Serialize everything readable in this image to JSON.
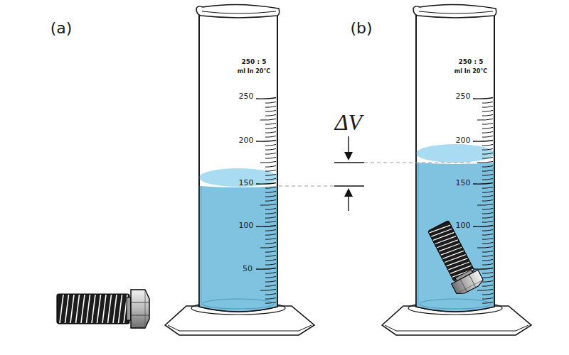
{
  "diagram": {
    "labels": [
      "(a)",
      "(b)",
      "250 : 5",
      "ml In 20°C",
      "250",
      "200",
      "150",
      "100",
      "50",
      "250 : 5",
      "ml In 20°C",
      "250",
      "200",
      "150",
      "100",
      "ΔV"
    ]
  }
}
